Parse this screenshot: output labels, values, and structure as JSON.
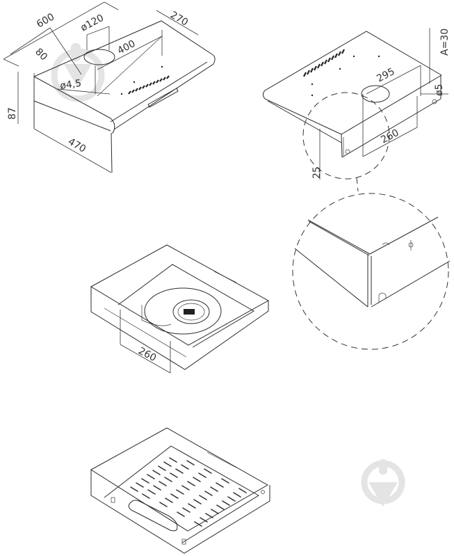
{
  "diagram": {
    "type": "technical-drawing",
    "subject": "under-cabinet cooker hood",
    "views": [
      {
        "name": "top-isometric-view",
        "dimensions": {
          "width": "600",
          "depth": "470",
          "height": "87",
          "outlet_offset": "80",
          "outlet_diameter": "ø120",
          "mounting_spacing": "400",
          "rear_depth": "270",
          "hole_diameter": "ø4,5"
        }
      },
      {
        "name": "rear-isometric-view",
        "dimensions": {
          "span": "295",
          "offset": "A=30",
          "hole_diameter": "ø5",
          "bracket_spacing": "260",
          "height": "25"
        }
      },
      {
        "name": "detail-view",
        "label": "magnified corner detail"
      },
      {
        "name": "underside-fan-view",
        "dimensions": {
          "spacing": "260"
        }
      },
      {
        "name": "underside-filter-view"
      }
    ],
    "watermark": {
      "icon": "trowel-in-circle-icon",
      "color": "#e4e4e4"
    }
  }
}
